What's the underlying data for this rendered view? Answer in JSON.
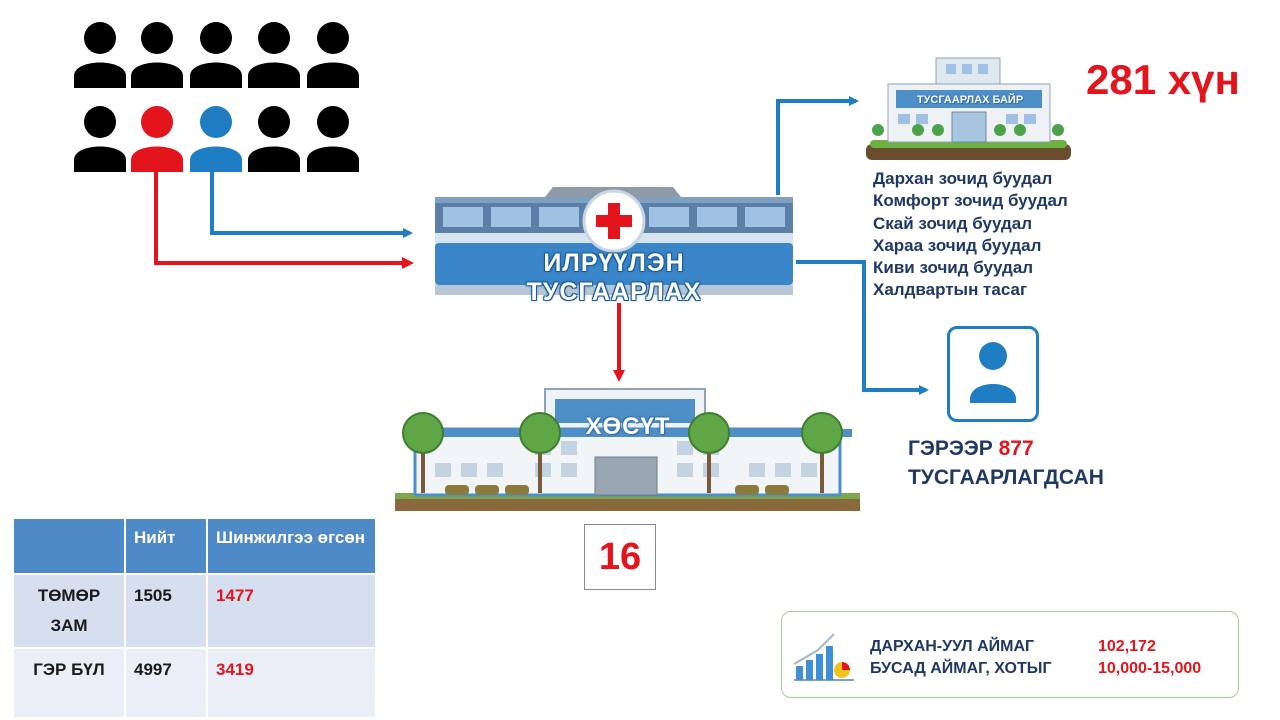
{
  "diagram": {
    "lab_label": "ИЛРҮҮЛЭН ТУСГААРЛАХ",
    "quarantine_building_label": "ТУСГААРЛАХ БАЙР",
    "quarantine_count": "281 хүн",
    "hotels": [
      "Дархан зочид буудал",
      "Комфорт зочид буудал",
      "Скай зочид буудал",
      "Хараа зочид буудал",
      "Киви зочид буудал",
      "Халдвартын тасаг"
    ],
    "contract_isolation": {
      "prefix": "ГЭРЭЭР",
      "count": "877",
      "suffix": "ТУСГААРЛАГДСАН"
    },
    "hospital_label": "ХӨСҮТ",
    "hospital_count": "16",
    "people_icons": {
      "rows": 2,
      "per_row": 5,
      "highlight": [
        {
          "row": 2,
          "col": 2,
          "color": "red"
        },
        {
          "row": 2,
          "col": 3,
          "color": "blue"
        }
      ]
    }
  },
  "table": {
    "headers": [
      "",
      "Нийт",
      "Шинжилгээ өгсөн"
    ],
    "rows": [
      {
        "label": "ТӨМӨР ЗАМ",
        "total": "1505",
        "tested": "1477"
      },
      {
        "label": "ГЭР БҮЛ",
        "total": "4997",
        "tested": "3419"
      }
    ]
  },
  "info_box": {
    "icon": "growth-chart-icon",
    "items": [
      {
        "name": "ДАРХАН-УУЛ АЙМАГ",
        "value": "102,172"
      },
      {
        "name": "БУСАД АЙМАГ, ХОТЫГ",
        "value": "10,000-15,000"
      }
    ]
  },
  "colors": {
    "red": "#e3141b",
    "blue": "#1f7dc4",
    "navy_text": "#1f3864",
    "table_header": "#4e89c8"
  }
}
